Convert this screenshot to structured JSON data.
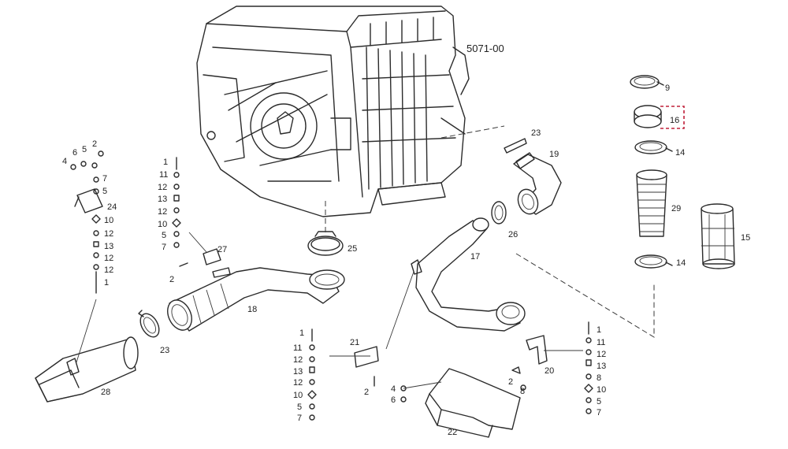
{
  "diagram": {
    "drawing_number": "5071-00",
    "bracket_color": "#c0203a",
    "labels": {
      "p1a": "1",
      "p1b": "1",
      "p1c": "1",
      "p1d": "1",
      "p2a": "2",
      "p2b": "2",
      "p2c": "2",
      "p2d": "2",
      "p4a": "4",
      "p4b": "4",
      "p5a": "5",
      "p5b": "5",
      "p5c": "5",
      "p5d": "5",
      "p6a": "6",
      "p6b": "6",
      "p7a": "7",
      "p7b": "7",
      "p7c": "7",
      "p7d": "7",
      "p8a": "8",
      "p8b": "8",
      "p9": "9",
      "p10a": "10",
      "p10b": "10",
      "p10c": "10",
      "p10d": "10",
      "p11a": "11",
      "p11b": "11",
      "p11c": "11",
      "p12a": "12",
      "p12b": "12",
      "p12c": "12",
      "p12d": "12",
      "p12e": "12",
      "p12f": "12",
      "p12g": "12",
      "p12h": "12",
      "p13a": "13",
      "p13b": "13",
      "p13c": "13",
      "p13d": "13",
      "p14a": "14",
      "p14b": "14",
      "p15": "15",
      "p16": "16",
      "p17": "17",
      "p18": "18",
      "p19": "19",
      "p20": "20",
      "p21": "21",
      "p22": "22",
      "p23a": "23",
      "p23b": "23",
      "p24": "24",
      "p25": "25",
      "p26": "26",
      "p27": "27",
      "p28": "28",
      "p29": "29"
    }
  }
}
